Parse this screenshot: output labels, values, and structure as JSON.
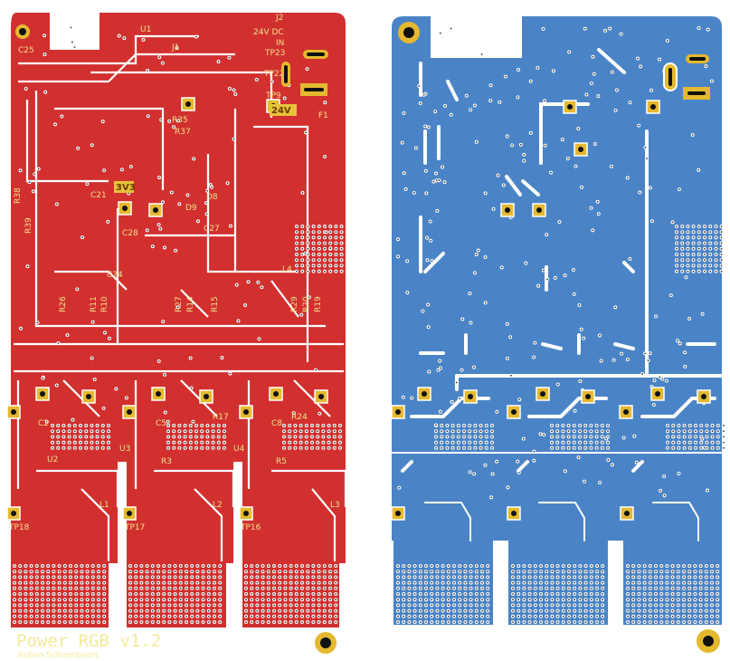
{
  "colors": {
    "front_copper": "#d1302f",
    "back_copper": "#4a84c6",
    "pad": "#e5b92f",
    "silkscreen": "#f0e08a",
    "clearance": "#ffffff"
  },
  "front_board": {
    "title": "Power RGB v1.2",
    "author": "Ruben Schoonbaert",
    "labels": {
      "u1": "U1",
      "j1": "J1",
      "j2": "J2",
      "power_in": "24V DC",
      "power_in2": "IN",
      "tp23": "TP23",
      "tp22": "TP22",
      "tp9": "TP9",
      "v24": "24V",
      "f1": "F1",
      "r35": "R35",
      "r37": "R37",
      "c25": "C25",
      "c21": "C21",
      "v3v3": "3V3",
      "c28": "C28",
      "c27": "C27",
      "d8": "D8",
      "d9": "D9",
      "c24": "C24",
      "l4": "L4",
      "r38": "R38",
      "r39": "R39",
      "r26": "R26",
      "r11": "R11",
      "r10": "R10",
      "r27": "R27",
      "r14": "R14",
      "r15": "R15",
      "r29": "R29",
      "r20": "R20",
      "r19": "R19",
      "c2": "C2",
      "c5": "C5",
      "c8": "C8",
      "u2": "U2",
      "u3": "U3",
      "u4": "U4",
      "r3": "R3",
      "r5": "R5",
      "l1": "L1",
      "l2": "L2",
      "l3": "L3",
      "tp18": "TP18",
      "tp17": "TP17",
      "tp16": "TP16",
      "r17": "R17",
      "r24": "R24"
    }
  }
}
